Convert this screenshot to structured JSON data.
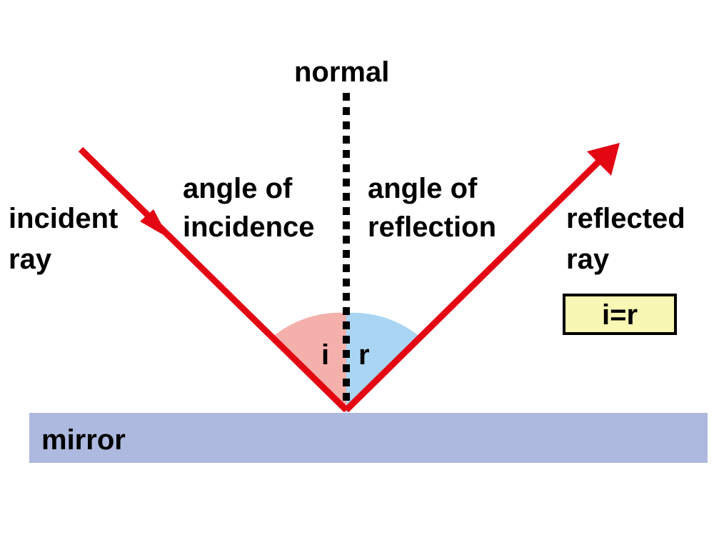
{
  "labels": {
    "normal": "normal",
    "incident_ray": [
      "incident",
      "ray"
    ],
    "angle_of_incidence": [
      "angle of",
      "incidence"
    ],
    "angle_of_reflection": [
      "angle of",
      "reflection"
    ],
    "reflected_ray": [
      "reflected",
      "ray"
    ],
    "angle_i": "i",
    "angle_r": "r",
    "equation": "i=r",
    "mirror": "mirror"
  },
  "colors": {
    "ray": "#e30613",
    "mirror": "#adb9de",
    "incidence_arc": "#f4b0ab",
    "reflection_arc": "#a9d5f2",
    "equation_box_fill": "#f8f7b3",
    "normal_line": "#000000"
  }
}
